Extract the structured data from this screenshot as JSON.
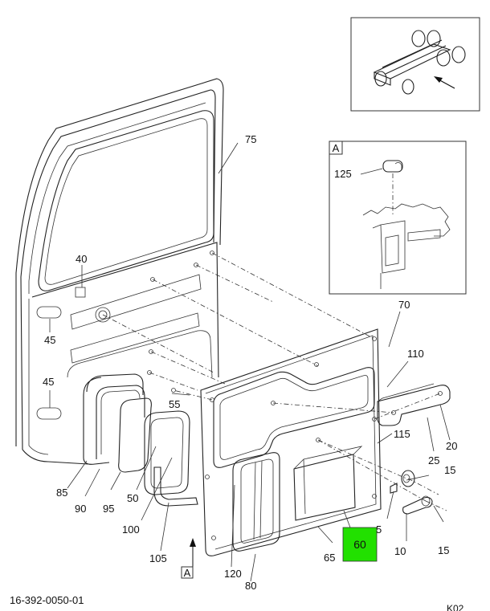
{
  "drawing_number": "16-392-0050-01",
  "sheet_code": "K02",
  "detail_ref": "A",
  "highlight_color": "#22e000",
  "callouts": {
    "c75": "75",
    "c40": "40",
    "c45a": "45",
    "c45b": "45",
    "c70": "70",
    "c110": "110",
    "c55": "55",
    "c115": "115",
    "c20": "20",
    "c25": "25",
    "c15a": "15",
    "c15b": "15",
    "c5": "5",
    "c10": "10",
    "c60": "60",
    "c65": "65",
    "c80": "80",
    "c120": "120",
    "c105": "105",
    "c100": "100",
    "c50": "50",
    "c95": "95",
    "c90": "90",
    "c85": "85",
    "c125": "125"
  }
}
